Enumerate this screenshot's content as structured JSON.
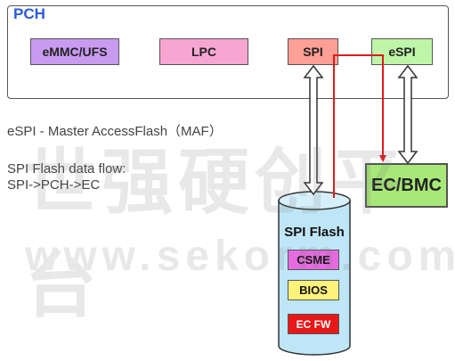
{
  "pch": {
    "label": "PCH",
    "blocks": {
      "emmc": "eMMC/UFS",
      "lpc": "LPC",
      "spi": "SPI",
      "espi": "eSPI"
    }
  },
  "ec_label": "EC/BMC",
  "text": {
    "maf": "eSPI - Master AccessFlash（MAF）",
    "flow_title": "SPI Flash data flow:",
    "flow_path": "SPI->PCH->EC"
  },
  "flash": {
    "label": "SPI Flash",
    "regions": {
      "csme": "CSME",
      "bios": "BIOS",
      "ecfw": "EC FW"
    }
  },
  "watermark": {
    "cn": "世强硬创平台",
    "url": "www.sekorm.com"
  },
  "colors": {
    "pch_label": "#2a5bd7",
    "emmc": "#c89bf0",
    "lpc": "#f7a6d2",
    "spi": "#ff9f95",
    "espi": "#bff5a8",
    "ec": "#a8e878",
    "cylinder": "#bfe6f7",
    "csme": "#e66be0",
    "bios": "#fff27a",
    "ecfw": "#e81818",
    "red_path": "#e01a1a"
  }
}
